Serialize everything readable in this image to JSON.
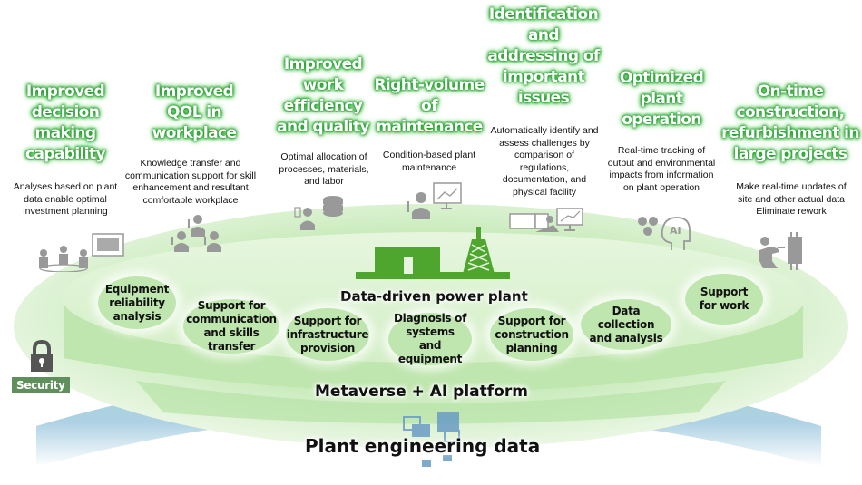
{
  "benefits": [
    {
      "title": "Improved decision making capability",
      "title_lines": [
        "Improved",
        "decision",
        "making",
        "capability"
      ],
      "description": "Analyses based on plant data enable optimal investment planning",
      "icon": "meeting-table-icon"
    },
    {
      "title": "Improved QOL in workplace",
      "title_lines": [
        "Improved",
        "QOL in",
        "workplace"
      ],
      "description": "Knowledge transfer and communication support for skill enhancement and resultant comfortable workplace",
      "icon": "workers-group-icon"
    },
    {
      "title": "Improved work efficiency and quality",
      "title_lines": [
        "Improved",
        "work",
        "efficiency",
        "and quality"
      ],
      "description": "Optimal allocation of processes, materials, and labor",
      "icon": "worker-database-icon"
    },
    {
      "title": "Right-volume of maintenance",
      "title_lines": [
        "Right-volume",
        "of",
        "maintenance"
      ],
      "description": "Condition-based plant maintenance",
      "icon": "worker-monitor-icon"
    },
    {
      "title": "Identification and addressing of important issues",
      "title_lines": [
        "Identification",
        "and",
        "addressing of",
        "important",
        "issues"
      ],
      "description": "Automatically identify and assess challenges by comparison of regulations, documentation, and physical facility",
      "icon": "desk-analysis-icon"
    },
    {
      "title": "Optimized plant operation",
      "title_lines": [
        "Optimized",
        "plant",
        "operation"
      ],
      "description": "Real-time tracking of output and environmental impacts from information on plant operation",
      "icon": "ai-head-icon"
    },
    {
      "title": "On-time construction, refurbishment in large projects",
      "title_lines": [
        "On-time",
        "construction,",
        "refurbishment in",
        "large projects"
      ],
      "description": "Make real-time updates of site and other actual data Eliminate rework",
      "icon": "worker-panel-icon"
    }
  ],
  "plant": {
    "label": "Data-driven power plant",
    "functions": [
      "Equipment reliability analysis",
      "Support for communication and skills transfer",
      "Support for infrastructure provision",
      "Diagnosis of systems and equipment",
      "Support for construction planning",
      "Data collection and analysis",
      "Support for work"
    ]
  },
  "platform": {
    "label": "Metaverse + AI platform"
  },
  "data_layer": {
    "label": "Plant engineering data"
  },
  "security": {
    "label": "Security",
    "icon": "padlock-icon"
  },
  "colors": {
    "title_glow": "#2faa36",
    "plant_green": "#4ea62f",
    "disc_green": "#bfe6ae",
    "security_badge": "#5f8f5a",
    "data_blue": "#6a9cc4",
    "icon_gray": "#8c8c8c"
  }
}
